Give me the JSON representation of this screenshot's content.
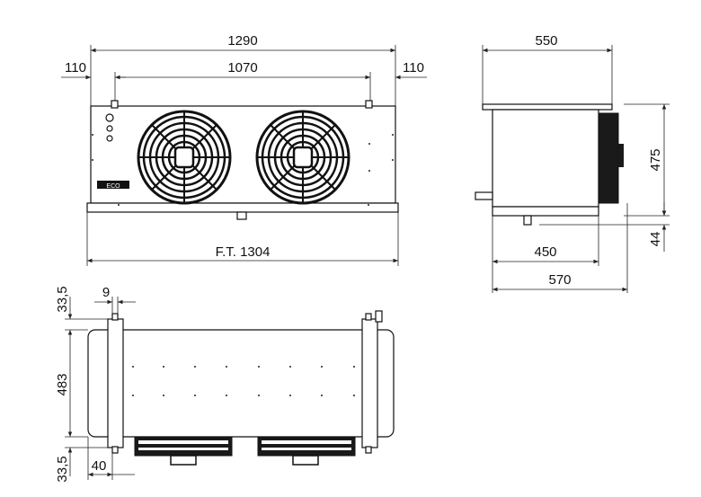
{
  "front_view": {
    "overall_width": "1290",
    "left_offset": "110",
    "fan_span": "1070",
    "right_offset": "110",
    "total_length": "F.T. 1304",
    "brand_plate": "ECO"
  },
  "side_view": {
    "depth_top": "550",
    "height": "475",
    "drain_height": "44",
    "base_depth": "450",
    "total_depth": "570"
  },
  "top_view": {
    "bracket_width": "9",
    "top_margin": "33,5",
    "bracket_spacing": "483",
    "bottom_margin": "33,5",
    "bracket_offset": "40"
  }
}
